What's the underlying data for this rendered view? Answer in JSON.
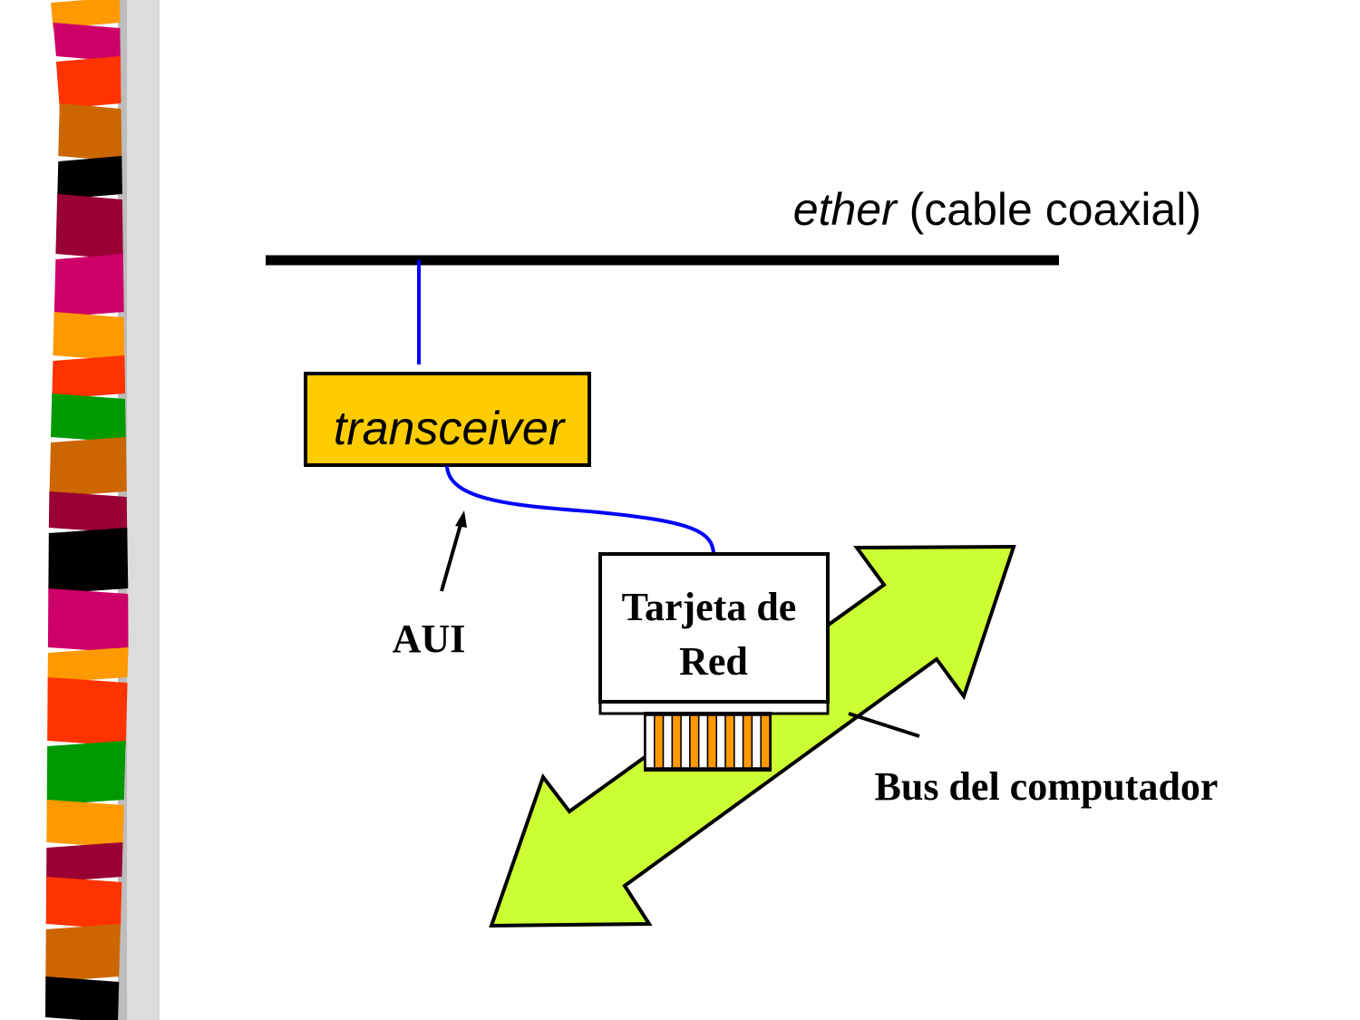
{
  "stripe_colors": [
    "#ff9900",
    "#cc0066",
    "#ff3300",
    "#cc6600",
    "#000000",
    "#990033",
    "#cc0066",
    "#ff9900",
    "#ff3300",
    "#009900",
    "#cc6600",
    "#990033",
    "#000000",
    "#cc0066",
    "#ff9900",
    "#ff3300",
    "#009900",
    "#ff9900",
    "#990033",
    "#ff3300",
    "#cc6600",
    "#000000"
  ],
  "colors": {
    "cable": "#000000",
    "drop_cable": "#0000ff",
    "transceiver_fill": "#ffcc00",
    "bus_arrow_fill": "#ccff33",
    "connector_pin_orange": "#ff9900"
  },
  "ether_label": {
    "italic": "ether",
    "rest": " (cable coaxial)"
  },
  "transceiver_label": "transceiver",
  "aui_label": "AUI",
  "card_label": {
    "line1": "Tarjeta de",
    "line2": "Red"
  },
  "bus_label": "Bus del computador"
}
